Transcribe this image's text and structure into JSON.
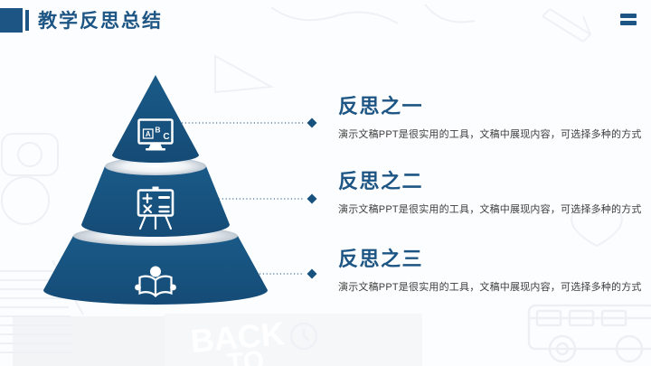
{
  "header": {
    "title": "教学反思总结"
  },
  "menu": {
    "icon": "hamburger-menu-icon"
  },
  "colors": {
    "primary_blue": "#1D5584",
    "pyramid_blue": "#17517E",
    "body_text": "#3E3E3E"
  },
  "pyramid": {
    "type": "3-tier-cone",
    "tiers": [
      {
        "position": "top",
        "icon": "monitor-abc-icon"
      },
      {
        "position": "middle",
        "icon": "easel-math-icon"
      },
      {
        "position": "bottom",
        "icon": "open-book-reader-icon"
      }
    ],
    "monitor_letters": [
      "A",
      "B",
      "C"
    ]
  },
  "items": [
    {
      "heading": "反思之一",
      "body": "演示文稿PPT是很实用的工具，文稿中展现内容，可选择多种的方式"
    },
    {
      "heading": "反思之二",
      "body": "演示文稿PPT是很实用的工具，文稿中展现内容，可选择多种的方式"
    },
    {
      "heading": "反思之三",
      "body": "演示文稿PPT是很实用的工具，文稿中展现内容，可选择多种的方式"
    }
  ],
  "background": {
    "watermark_line1": "BACK",
    "watermark_line2": "TO"
  }
}
